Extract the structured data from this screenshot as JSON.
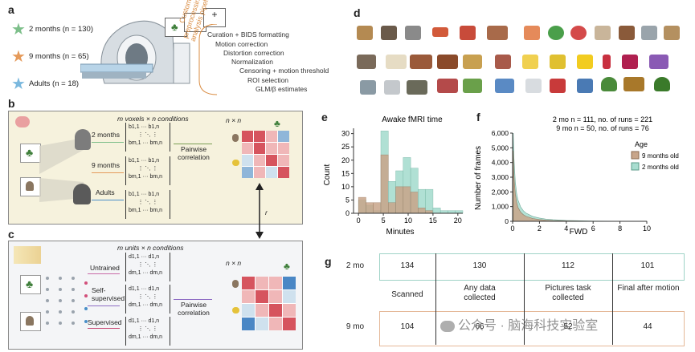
{
  "panels": {
    "a": "a",
    "b": "b",
    "c": "c",
    "d": "d",
    "e": "e",
    "f": "f",
    "g": "g"
  },
  "colors": {
    "green": "#7dbf8a",
    "orange": "#e59a5a",
    "blue": "#7ab8de",
    "teal": "#a8ddd0",
    "tan": "#c8a58a",
    "box_b": "#f6f2dd",
    "box_c": "#f4f5f7",
    "heat_red": "#d6545e",
    "heat_pink": "#f0b7b8",
    "heat_blue": "#8fb6d9",
    "heat_lightblue": "#cfe1ee",
    "g_green_border": "#9fd3c7",
    "g_orange_border": "#e5b898"
  },
  "panel_a": {
    "groups": [
      {
        "label": "2 months (n = 130)",
        "color": "green",
        "icon": "star-icon"
      },
      {
        "label": "9 months (n = 65)",
        "color": "orange",
        "icon": "star-icon"
      },
      {
        "label": "Adults (n = 18)",
        "color": "blue",
        "icon": "star-icon"
      }
    ],
    "pipeline_label": "Custom preprocessing + analysis pipeline",
    "pipeline_steps": [
      "Curation + BIDS formatting",
      "Motion correction",
      "Distortion correction",
      "Normalization",
      "Censoring + motion threshold",
      "ROI selection",
      "GLM/β estimates"
    ]
  },
  "panel_b": {
    "matrix_title": "m voxels × n conditions",
    "rows": [
      {
        "label": "2 months",
        "cells": [
          "b1,1 ··· b1,n",
          "⋮  ⋱  ⋮",
          "bm,1 ··· bm,n"
        ]
      },
      {
        "label": "9 months",
        "cells": [
          "b1,1 ··· b1,n",
          "⋮  ⋱  ⋮",
          "bm,1 ··· bm,n"
        ]
      },
      {
        "label": "Adults",
        "cells": [
          "b1,1 ··· b1,n",
          "⋮  ⋱  ⋮",
          "bm,1 ··· bm,n"
        ]
      }
    ],
    "pairwise": "Pairwise correlation",
    "nxn": "n × n",
    "r_label": "r"
  },
  "panel_c": {
    "matrix_title": "m units × n conditions",
    "rows": [
      {
        "label": "Untrained",
        "cells": [
          "d1,1 ··· d1,n",
          "⋮  ⋱  ⋮",
          "dm,1 ··· dm,n"
        ]
      },
      {
        "label": "Self-supervised",
        "cells": [
          "d1,1 ··· d1,n",
          "⋮  ⋱  ⋮",
          "dm,1 ··· dm,n"
        ]
      },
      {
        "label": "Supervised",
        "cells": [
          "d1,1 ··· d1,n",
          "⋮  ⋱  ⋮",
          "dm,1 ··· dm,n"
        ]
      }
    ],
    "pairwise": "Pairwise correlation",
    "nxn": "n × n"
  },
  "panel_e": {
    "title": "Awake fMRI time",
    "xlabel": "Minutes",
    "ylabel": "Count"
  },
  "panel_f": {
    "header_line1": "2 mo n = 111, no. of runs = 221",
    "header_line2": "9 mo n = 50, no. of runs = 76",
    "xlabel": "FWD",
    "ylabel": "Number of frames",
    "legend_title": "Age",
    "legend": [
      "9 months old",
      "2 months old"
    ]
  },
  "panel_g": {
    "rows": [
      "2 mo",
      "9 mo"
    ],
    "values_2mo": [
      "134",
      "130",
      "112",
      "101"
    ],
    "values_9mo": [
      "104",
      "66",
      "52",
      "44"
    ],
    "stages": [
      "Scanned",
      "Any data collected",
      "Pictures task collected",
      "Final after motion"
    ]
  },
  "watermark": "公众号 · 脑海科技实验室",
  "chart_data": [
    {
      "type": "bar",
      "title": "Awake fMRI time",
      "xlabel": "Minutes",
      "ylabel": "Count",
      "xlim": [
        -1,
        21
      ],
      "ylim": [
        0,
        32
      ],
      "xticks": [
        0,
        5,
        10,
        15,
        20
      ],
      "yticks": [
        0,
        5,
        10,
        15,
        20,
        25,
        30
      ],
      "bin_starts": [
        0,
        1.5,
        3,
        4.5,
        6,
        7.5,
        9,
        10.5,
        12,
        13.5,
        15,
        16.5,
        18,
        19.5
      ],
      "bin_width": 1.5,
      "series": [
        {
          "name": "9 months old",
          "values": [
            6,
            4,
            4,
            22,
            4,
            10,
            10,
            8,
            2,
            1,
            0,
            0,
            0,
            0
          ]
        },
        {
          "name": "2 months old",
          "values": [
            5,
            3,
            1,
            31,
            12,
            16,
            21,
            17,
            9,
            9,
            2,
            1,
            1,
            1
          ]
        }
      ]
    },
    {
      "type": "area",
      "title": "",
      "xlabel": "FWD",
      "ylabel": "Number of frames",
      "xlim": [
        0,
        10
      ],
      "ylim": [
        0,
        6000
      ],
      "xticks": [
        0,
        2,
        4,
        6,
        8,
        10
      ],
      "yticks": [
        0,
        1000,
        2000,
        3000,
        4000,
        5000,
        6000
      ],
      "x": [
        0.05,
        0.1,
        0.2,
        0.3,
        0.4,
        0.6,
        0.8,
        1.0,
        1.5,
        2.0,
        2.5,
        3.0,
        4.0,
        5.0,
        6.0,
        8.0,
        10.0
      ],
      "series": [
        {
          "name": "2 months old",
          "values": [
            6000,
            4300,
            2700,
            1900,
            1450,
            980,
            720,
            560,
            330,
            220,
            150,
            110,
            60,
            35,
            20,
            8,
            3
          ]
        },
        {
          "name": "9 months old",
          "values": [
            4800,
            3100,
            1900,
            1300,
            950,
            620,
            450,
            340,
            190,
            120,
            80,
            55,
            30,
            18,
            10,
            4,
            1
          ]
        }
      ]
    }
  ]
}
